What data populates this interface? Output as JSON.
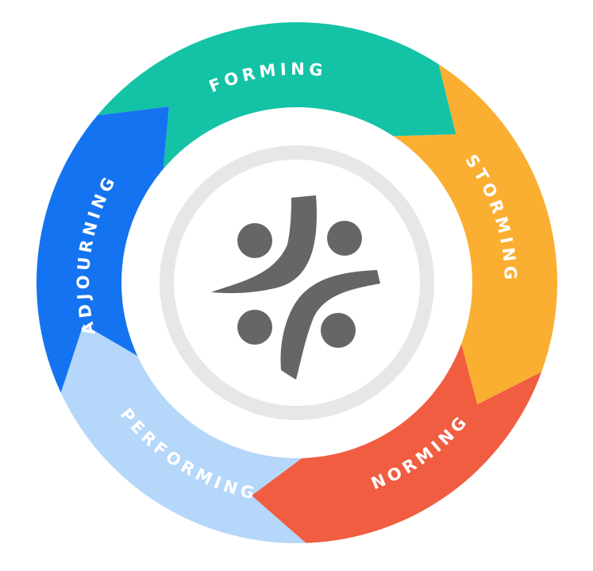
{
  "diagram": {
    "stages": [
      {
        "id": "forming",
        "label": "FORMING",
        "color": "#14C3A5"
      },
      {
        "id": "storming",
        "label": "STORMING",
        "color": "#FAAF32"
      },
      {
        "id": "norming",
        "label": "NORMING",
        "color": "#F05D41"
      },
      {
        "id": "performing",
        "label": "PERFORMING",
        "color": "#B4D7FA"
      },
      {
        "id": "adjourning",
        "label": "ADJOURNING",
        "color": "#1473F0"
      }
    ],
    "center_ring_color": "#E6E7E9",
    "logo_color": "#666666",
    "logo_icon": "team-cycle-logo-icon"
  }
}
